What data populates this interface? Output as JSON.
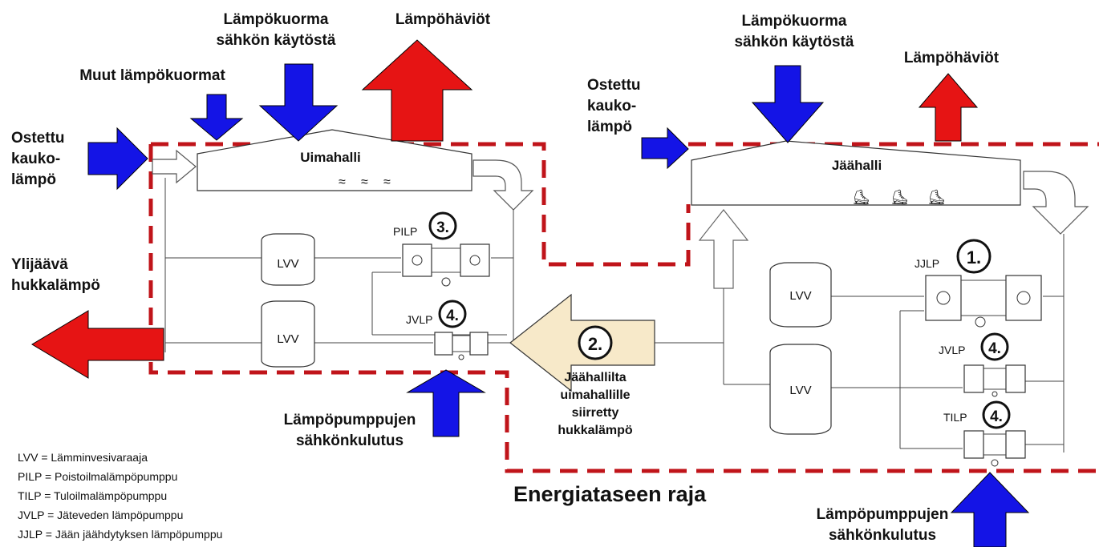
{
  "left": {
    "hall_name": "Uimahalli",
    "load_title_1": "Lämpökuorma",
    "load_title_2": "sähkön käytöstä",
    "losses": "Lämpöhäviöt",
    "other_loads": "Muut lämpökuormat",
    "purchased_1": "Ostettu",
    "purchased_2": "kauko-",
    "purchased_3": "lämpö",
    "surplus_1": "Ylijäävä",
    "surplus_2": "hukkalämpö",
    "lvv_top": "LVV",
    "lvv_bottom": "LVV",
    "pilp_label": "PILP",
    "pilp_num": "3.",
    "jvlp_label": "JVLP",
    "jvlp_num": "4.",
    "hp_power_1": "Lämpöpumppujen",
    "hp_power_2": "sähkönkulutus"
  },
  "transfer": {
    "num": "2.",
    "line1": "Jäähallilta",
    "line2": "uimahallille",
    "line3": "siirretty",
    "line4": "hukkalämpö"
  },
  "right": {
    "hall_name": "Jäähalli",
    "load_title_1": "Lämpökuorma",
    "load_title_2": "sähkön käytöstä",
    "losses": "Lämpöhäviöt",
    "purchased_1": "Ostettu",
    "purchased_2": "kauko-",
    "purchased_3": "lämpö",
    "lvv_top": "LVV",
    "lvv_bottom": "LVV",
    "jjlp_label": "JJLP",
    "jjlp_num": "1.",
    "jvlp_label": "JVLP",
    "jvlp_num": "4.",
    "tilp_label": "TILP",
    "tilp_num": "4.",
    "hp_power_1": "Lämpöpumppujen",
    "hp_power_2": "sähkönkulutus"
  },
  "boundary_label": "Energiataseen raja",
  "legend": [
    "LVV = Lämminvesivaraaja",
    "PILP = Poistoilmalämpöpumppu",
    "TILP = Tuloilmalämpöpumppu",
    "JVLP = Jäteveden lämpöpumppu",
    "JJLP = Jään jäähdytyksen lämpöpumppu"
  ],
  "colors": {
    "heat_in": "#1414e6",
    "heat_loss": "#e61414",
    "boundary": "#c0141a",
    "transfer": "#f7e9c9"
  }
}
